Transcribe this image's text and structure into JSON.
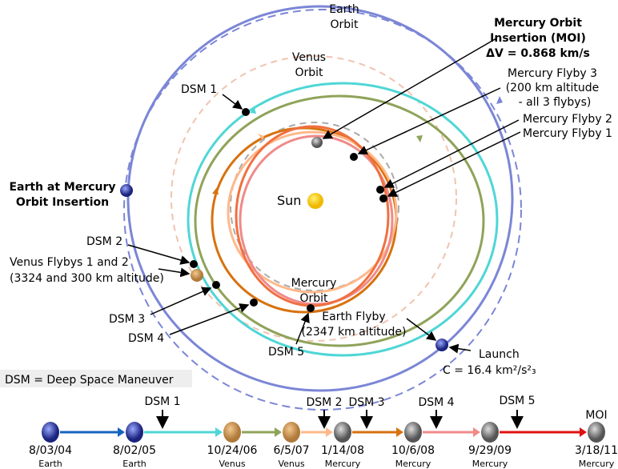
{
  "labels": {
    "earth_orbit": [
      "Earth",
      "Orbit"
    ],
    "venus_orbit": [
      "Venus",
      "Orbit"
    ],
    "mercury_orbit": [
      "Mercury",
      "Orbit"
    ],
    "sun": "Sun",
    "moi": [
      "Mercury Orbit",
      "Insertion (MOI)",
      "ΔV = 0.868 km/s"
    ],
    "flyby3": [
      "Mercury Flyby 3",
      "(200 km altitude",
      "- all 3 flybys)"
    ],
    "flyby2": "Mercury Flyby 2",
    "flyby1": "Mercury Flyby 1",
    "dsm1": "DSM 1",
    "dsm2": "DSM 2",
    "dsm3": "DSM 3",
    "dsm4": "DSM 4",
    "dsm5": "DSM 5",
    "earth_at_moi": [
      "Earth at Mercury",
      "Orbit Insertion"
    ],
    "venus_flybys": [
      "Venus Flybys 1 and 2",
      "(3324 and 300 km altitude)"
    ],
    "earth_flyby": [
      "Earth Flyby",
      "(2347 km altitude)"
    ],
    "launch": [
      "Launch",
      "C = 16.4 km²/s²₃"
    ],
    "legend": "DSM = Deep Space Maneuver"
  },
  "timeline": {
    "events": [
      {
        "date": "8/03/04",
        "body": "Earth"
      },
      {
        "date": "8/02/05",
        "body": "Earth"
      },
      {
        "date": "10/24/06",
        "body": "Venus"
      },
      {
        "date": "6/5/07",
        "body": "Venus"
      },
      {
        "date": "1/14/08",
        "body": "Mercury"
      },
      {
        "date": "10/6/08",
        "body": "Mercury"
      },
      {
        "date": "9/29/09",
        "body": "Mercury"
      },
      {
        "date": "3/18/11",
        "body": "Mercury"
      }
    ],
    "markers": [
      "DSM 1",
      "DSM 2",
      "DSM 3",
      "DSM 4",
      "DSM 5",
      "MOI"
    ]
  },
  "colors": {
    "earth_orbit": "#7b86d6",
    "venus_orbit": "#f0c4b0",
    "mercury_orbit": "#aaaaaa",
    "leg1": "#1565c0",
    "leg2": "#4fd6d6",
    "leg3": "#8fa35a",
    "leg4": "#ffb88a",
    "leg5": "#d7720f",
    "leg6": "#f08a8a",
    "leg7": "#e01010",
    "sun": "#f5c400"
  }
}
